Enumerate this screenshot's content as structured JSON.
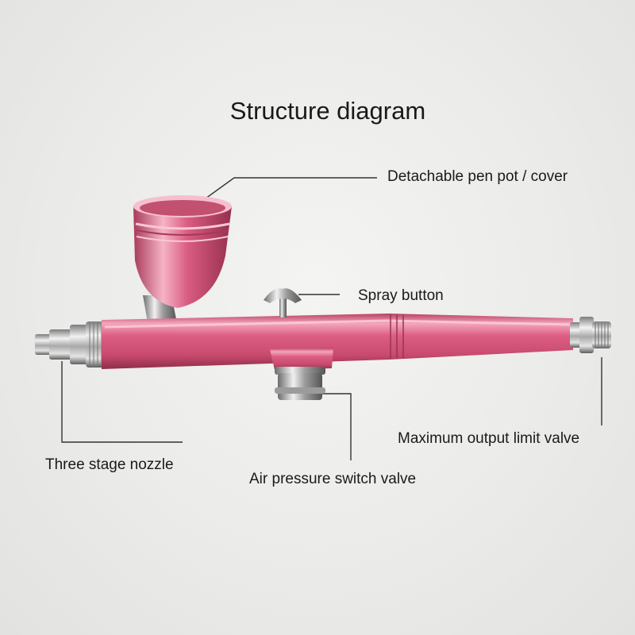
{
  "title": "Structure diagram",
  "labels": {
    "cup": "Detachable pen pot / cover",
    "spray": "Spray button",
    "max_valve": "Maximum output limit valve",
    "nozzle": "Three stage nozzle",
    "air_valve": "Air pressure switch valve"
  },
  "colors": {
    "body": "#d8577a",
    "body_highlight": "#f4a6bc",
    "chrome": "#c9c9c9",
    "leader": "#333333"
  }
}
